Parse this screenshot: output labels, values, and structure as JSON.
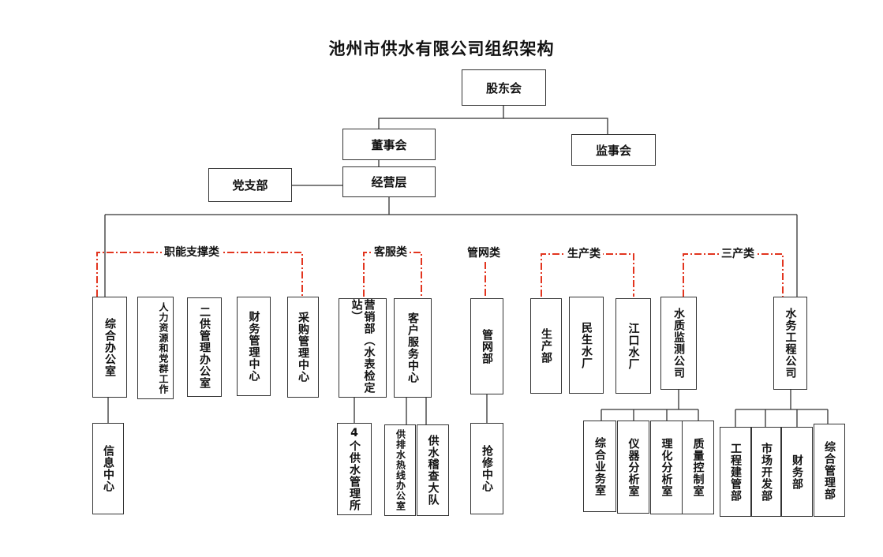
{
  "title": "池州市供水有限公司组织架构",
  "top": {
    "shareholders": "股东会",
    "board": "董事会",
    "supervisors": "监事会",
    "party_branch": "党支部",
    "management": "经营层"
  },
  "categories": {
    "functional": "职能支撑类",
    "customer": "客服类",
    "network": "管网类",
    "production": "生产类",
    "tertiary": "三产类"
  },
  "departments": {
    "general_office": "综合办公室",
    "hr_party": "人力资源和党群工作",
    "second_supply": "二供管理办公室",
    "finance_mgmt": "财务管理中心",
    "procurement": "采购管理中心",
    "sales": "营销部（水表检定站）",
    "customer_service": "客户服务中心",
    "network_dept": "管网部",
    "production_dept": "生产部",
    "minsheng_plant": "民生水厂",
    "jiangkou_plant": "江口水厂",
    "water_quality": "水质监测公司",
    "water_engineering": "水务工程公司"
  },
  "sub_units": {
    "info_center": "信息中心",
    "supply_offices": "4个供水管理所",
    "hotline": "供排水热线办公室",
    "inspection": "供水稽查大队",
    "repair": "抢修中心",
    "wq_general": "综合业务室",
    "instruments": "仪器分析室",
    "physchem": "理化分析室",
    "quality_control": "质量控制室",
    "eng_mgmt": "工程建管部",
    "market_dev": "市场开发部",
    "finance_dept": "财务部",
    "general_mgmt": "综合管理部"
  },
  "colors": {
    "line": "#333333",
    "dash": "#e2351f"
  }
}
